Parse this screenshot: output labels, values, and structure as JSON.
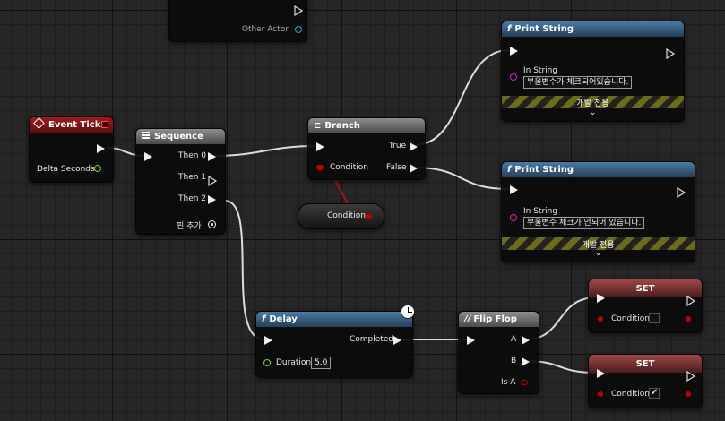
{
  "partial_node": {
    "pin_label": "Other Actor"
  },
  "event_tick": {
    "title": "Event Tick",
    "delta_label": "Delta Seconds"
  },
  "sequence": {
    "title": "Sequence",
    "then0": "Then 0",
    "then1": "Then 1",
    "then2": "Then 2",
    "add_pin": "핀 추가"
  },
  "branch": {
    "title": "Branch",
    "condition": "Condition",
    "true_label": "True",
    "false_label": "False"
  },
  "condition_var": {
    "label": "Condition"
  },
  "print_string_1": {
    "title": "Print String",
    "in_string_label": "In String",
    "in_string_value": "부울변수가 체크되어있습니다.",
    "dev_only": "개발 전용"
  },
  "print_string_2": {
    "title": "Print String",
    "in_string_label": "In String",
    "in_string_value": "부울변수 체크가 안되어 있습니다.",
    "dev_only": "개발 전용"
  },
  "delay": {
    "title": "Delay",
    "completed": "Completed",
    "duration_label": "Duration",
    "duration_value": "5.0"
  },
  "flip_flop": {
    "title": "Flip Flop",
    "a": "A",
    "b": "B",
    "is_a": "Is A"
  },
  "set_1": {
    "title": "SET",
    "condition": "Condition",
    "checked": false
  },
  "set_2": {
    "title": "SET",
    "condition": "Condition",
    "checked": true,
    "check_glyph": "✔"
  },
  "colors": {
    "exec": "#f2f2f2",
    "bool": "#c00000",
    "float": "#7ed321",
    "string": "#e020c0",
    "object": "#1fa6e6"
  },
  "icons": {
    "event": "diamond-event-icon",
    "function": "f-function-icon",
    "sequence": "sequence-icon",
    "branch": "branch-icon",
    "flipflop": "flipflop-icon",
    "delay": "clock-icon"
  }
}
